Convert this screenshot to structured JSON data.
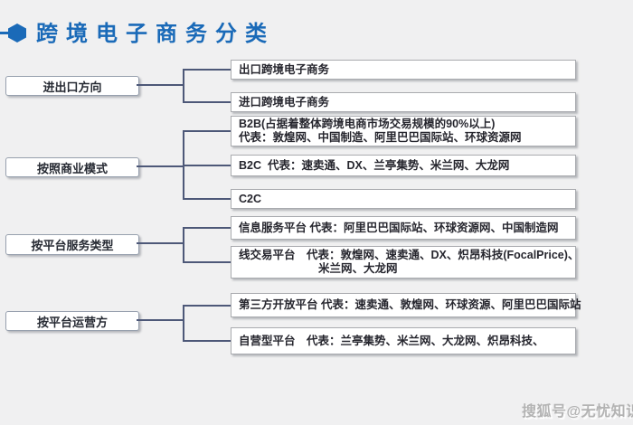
{
  "title": "跨境电子商务分类",
  "watermark": "搜狐号@无忧知识",
  "colors": {
    "accent_blue": "#1a6ab8",
    "connector": "#4d5878",
    "background": "#f0f0f1",
    "node_fill": "#ffffff",
    "node_border": "#a9abaf",
    "text": "#26262e",
    "watermark_gray": "#b3b3b3"
  },
  "icons": {
    "title_bullet": "hexagon-icon"
  },
  "groups": [
    {
      "label": "进出口方向",
      "children": [
        {
          "lines": [
            "出口跨境电子商务"
          ]
        },
        {
          "lines": [
            "进口跨境电子商务"
          ]
        }
      ]
    },
    {
      "label": "按照商业模式",
      "children": [
        {
          "lines": [
            "B2B(占据着整体跨境电商市场交易规模的90%以上)",
            "代表：敦煌网、中国制造、阿里巴巴国际站、环球资源网"
          ]
        },
        {
          "lines": [
            "B2C  代表：速卖通、DX、兰亭集势、米兰网、大龙网"
          ]
        },
        {
          "lines": [
            "C2C"
          ]
        }
      ]
    },
    {
      "label": "按平台服务类型",
      "children": [
        {
          "lines": [
            "信息服务平台 代表：阿里巴巴国际站、环球资源网、中国制造网"
          ]
        },
        {
          "lines": [
            "线交易平台　代表：敦煌网、速卖通、DX、炽昂科技(FocalPrice)、",
            "米兰网、大龙网"
          ]
        }
      ]
    },
    {
      "label": "按平台运营方",
      "children": [
        {
          "lines": [
            "第三方开放平台 代表：速卖通、敦煌网、环球资源、阿里巴巴国际站"
          ]
        },
        {
          "lines": [
            "自营型平台　代表：兰亭集势、米兰网、大龙网、炽昂科技、"
          ]
        }
      ]
    }
  ]
}
